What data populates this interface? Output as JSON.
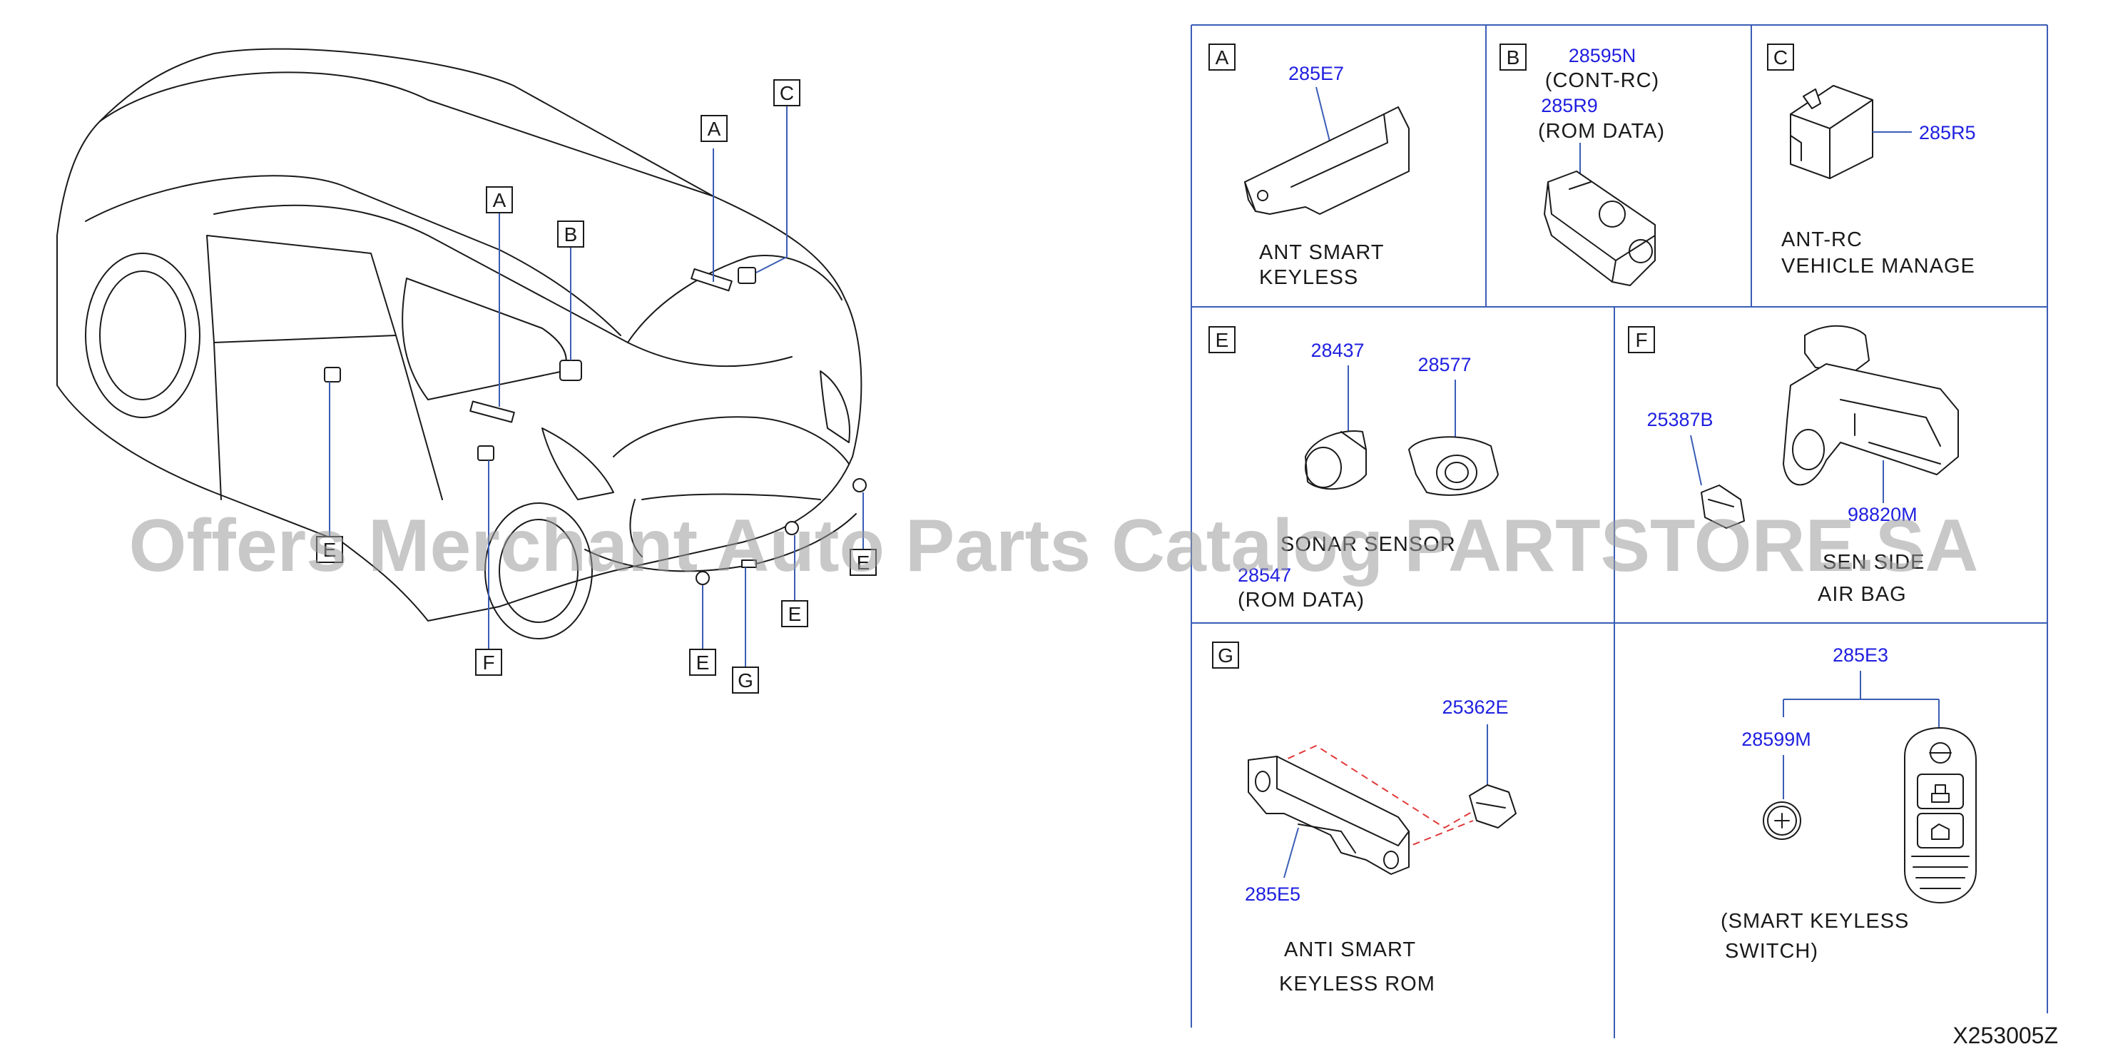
{
  "diagram_code": "X253005Z",
  "watermark": "Offers Merchant Auto Parts Catalog PARTSTORE.SA",
  "car_callouts": [
    {
      "key": "A"
    },
    {
      "key": "C"
    },
    {
      "key": "A"
    },
    {
      "key": "B"
    },
    {
      "key": "E"
    },
    {
      "key": "E"
    },
    {
      "key": "E"
    },
    {
      "key": "E"
    },
    {
      "key": "F"
    },
    {
      "key": "G"
    }
  ],
  "panels": {
    "A": {
      "key": "A",
      "part_number": "285E7",
      "label_line1": "ANT   SMART",
      "label_line2": "KEYLESS"
    },
    "B": {
      "key": "B",
      "part_number_1": "28595N",
      "note_1": "(CONT-RC)",
      "part_number_2": "285R9",
      "note_2": "(ROM    DATA)"
    },
    "C": {
      "key": "C",
      "part_number": "285R5",
      "label_line1": "ANT-RC",
      "label_line2": "VEHICLE    MANAGE"
    },
    "E": {
      "key": "E",
      "part_number_1": "28437",
      "part_number_2": "28577",
      "label_line1": "SONAR  SENSOR",
      "part_number_3": "28547",
      "label_line2": "(ROM    DATA)"
    },
    "F": {
      "key": "F",
      "part_number_1": "25387B",
      "part_number_2": "98820M",
      "label_line1": "SEN  SIDE",
      "label_line2": "AIR   BAG"
    },
    "G": {
      "key": "G",
      "part_number_1": "25362E",
      "part_number_2": "285E5",
      "label_line1": "ANTI   SMART",
      "label_line2": "KEYLESS   ROM"
    },
    "H": {
      "part_number_1": "285E3",
      "part_number_2": "28599M",
      "label_line1": "(SMART   KEYLESS",
      "label_line2": "SWITCH)"
    }
  }
}
